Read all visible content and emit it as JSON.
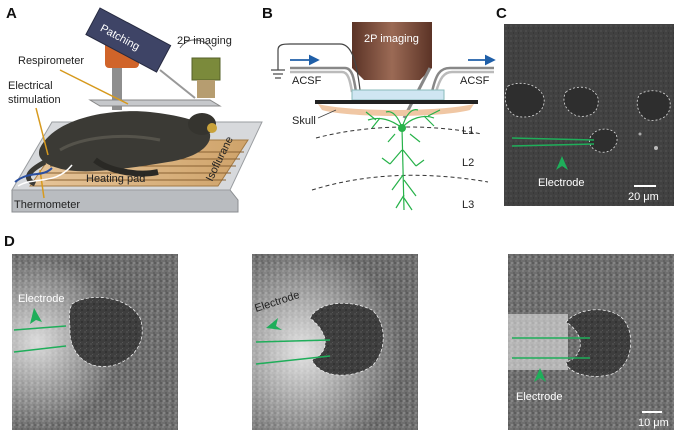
{
  "panels": {
    "a": {
      "letter": "A",
      "labels": {
        "patching": "Patching",
        "imaging": "2P imaging",
        "respirometer": "Respirometer",
        "electrical": "Electrical",
        "stimulation": "stimulation",
        "isoflurane": "Isoflurane",
        "heating_pad": "Heating pad",
        "thermometer": "Thermometer"
      }
    },
    "b": {
      "letter": "B",
      "labels": {
        "imaging": "2P imaging",
        "acsf_left": "ACSF",
        "acsf_right": "ACSF",
        "skull": "Skull",
        "l1": "L1",
        "l2": "L2",
        "l3": "L3"
      }
    },
    "c": {
      "letter": "C",
      "electrode": "Electrode",
      "scale": "20 μm"
    },
    "d": {
      "letter": "D",
      "img1_electrode": "Electrode",
      "img2_electrode": "Electrode",
      "img3_electrode": "Electrode",
      "scale": "10 μm"
    }
  },
  "colors": {
    "electrode_green": "#1fae5a",
    "arrow_blue": "#1f5fa8",
    "neuron_green": "#27b24a",
    "heating_orange": "#c9913e",
    "objective_brown": "#7a4a38"
  }
}
